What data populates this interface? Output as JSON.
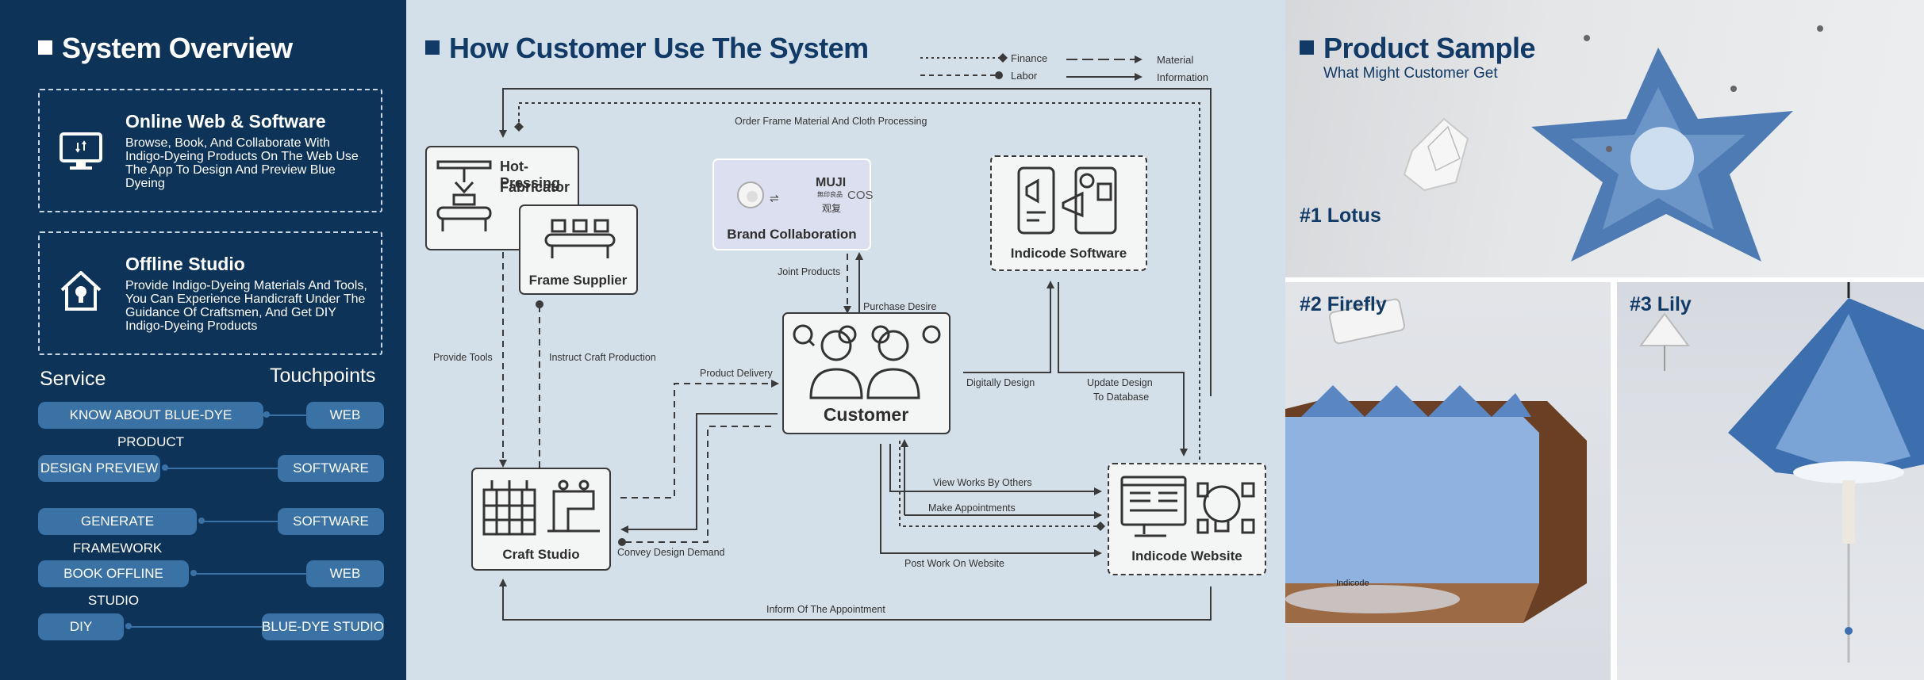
{
  "overview": {
    "title": "System Overview",
    "online": {
      "title": "Online Web & Software",
      "desc": "Browse, Book, And Collaborate With Indigo-Dyeing Products On The Web Use The App To Design And Preview Blue Dyeing",
      "icon": "monitor-icon"
    },
    "offline": {
      "title": "Offline Studio",
      "desc": "Provide Indigo-Dyeing Materials And Tools, You Can Experience Handicraft Under The Guidance Of Craftsmen, And Get DIY Indigo-Dyeing Products",
      "icon": "house-bulb-icon"
    },
    "service_label": "Service",
    "touchpoints_label": "Touchpoints",
    "services": [
      {
        "service": "KNOW ABOUT BLUE-DYE PRODUCT",
        "touchpoint": "WEB"
      },
      {
        "service": "DESIGN PREVIEW",
        "touchpoint": "SOFTWARE"
      },
      {
        "service": "GENERATE FRAMEWORK",
        "touchpoint": "SOFTWARE"
      },
      {
        "service": "BOOK OFFLINE STUDIO",
        "touchpoint": "WEB"
      },
      {
        "service": "DIY",
        "touchpoint": "BLUE-DYE STUDIO"
      }
    ],
    "accent": "#3a72a6",
    "background": "#0d3359"
  },
  "flow": {
    "title": "How Customer Use The System",
    "legend": {
      "finance": "Finance",
      "labor": "Labor",
      "material": "Material",
      "information": "Information"
    },
    "nodes": {
      "hot_pressing_1": "Hot-Pressing",
      "hot_pressing_2": "Fabricator",
      "frame_supplier": "Frame Supplier",
      "brand": "Brand Collaboration",
      "brand_logo_muji": "MUJI",
      "brand_logo_muji_sub": "無印良品",
      "brand_logo_cos": "COS",
      "brand_logo_cn": "观复",
      "software": "Indicode Software",
      "customer": "Customer",
      "craft": "Craft Studio",
      "website": "Indicode Website"
    },
    "labels": {
      "order_frame": "Order Frame Material And Cloth Processing",
      "joint_products": "Joint Products",
      "purchase_desire": "Purchase Desire",
      "provide_tools": "Provide Tools",
      "instruct_craft": "Instruct Craft Production",
      "product_delivery": "Product Delivery",
      "digitally_design": "Digitally Design",
      "update_design_1": "Update Design",
      "update_design_2": "To Database",
      "view_works": "View Works By Others",
      "make_appointments": "Make Appointments",
      "convey_design": "Convey Design Demand",
      "post_work": "Post Work On Website",
      "inform_appointment": "Inform Of The Appointment"
    },
    "background": "#d3e0e9"
  },
  "product": {
    "title": "Product Sample",
    "subtitle": "What Might Customer Get",
    "samples": [
      {
        "label": "#1 Lotus"
      },
      {
        "label": "#2 Firefly"
      },
      {
        "label": "#3 Lily"
      }
    ],
    "logo_text": "Indicode"
  }
}
